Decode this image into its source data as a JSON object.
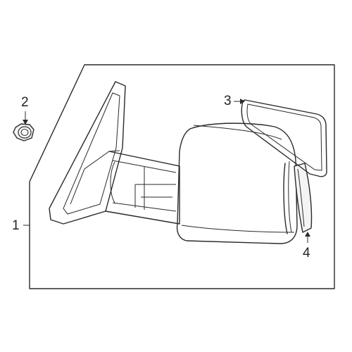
{
  "callouts": {
    "c1": "1",
    "c2": "2",
    "c3": "3",
    "c4": "4"
  },
  "parts": [
    {
      "id": "1",
      "name": "mirror-assembly-icon"
    },
    {
      "id": "2",
      "name": "nut-icon"
    },
    {
      "id": "3",
      "name": "mirror-glass-icon"
    },
    {
      "id": "4",
      "name": "signal-lamp-icon"
    }
  ],
  "colors": {
    "line": "#2a2a2a",
    "background": "#ffffff"
  }
}
